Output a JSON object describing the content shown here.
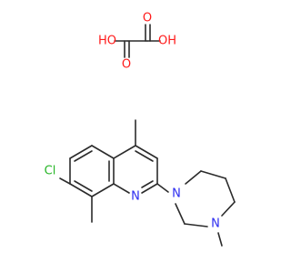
{
  "colors": {
    "bond": "#2b2b2b",
    "O": "#ff1a1a",
    "N": "#2c2cf0",
    "Cl": "#26b526",
    "bg": "#ffffff"
  },
  "oxalic_acid": {
    "hydroxyl_left": "HO",
    "oxygen_left": "O",
    "oxygen_right": "O",
    "hydroxyl_right": "OH"
  },
  "quinoline": {
    "chloro": "Cl",
    "ring_nitrogen": "N",
    "amino_nitrogen": "N",
    "diazepane_nitrogen": "N"
  }
}
